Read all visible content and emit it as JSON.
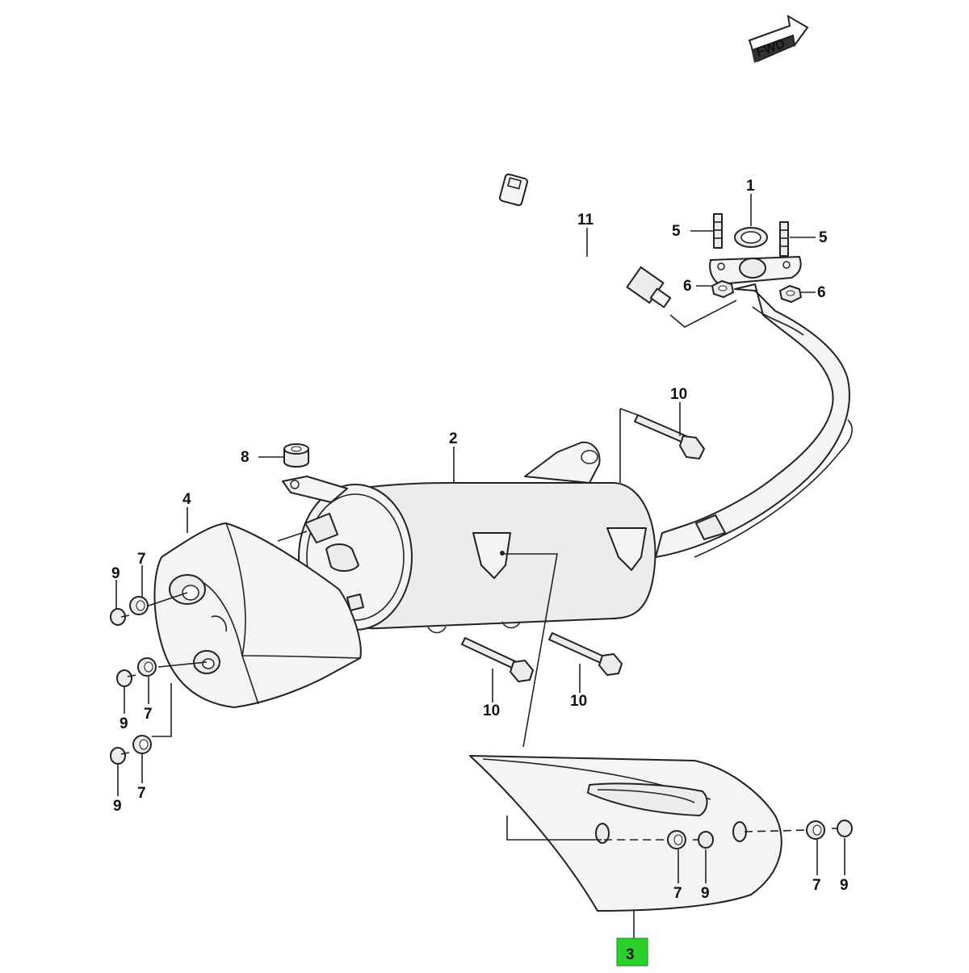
{
  "orientation": {
    "label": "FWD"
  },
  "callouts": {
    "c1": "1",
    "c2": "2",
    "c3": "3",
    "c4": "4",
    "c5a": "5",
    "c5b": "5",
    "c6a": "6",
    "c6b": "6",
    "c7a": "7",
    "c7b": "7",
    "c7c": "7",
    "c7d": "7",
    "c7e": "7",
    "c8": "8",
    "c9a": "9",
    "c9b": "9",
    "c9c": "9",
    "c9d": "9",
    "c9e": "9",
    "c10a": "10",
    "c10b": "10",
    "c10c": "10",
    "c11": "11"
  },
  "highlight": {
    "part": "3",
    "color": "#2bd12b"
  }
}
